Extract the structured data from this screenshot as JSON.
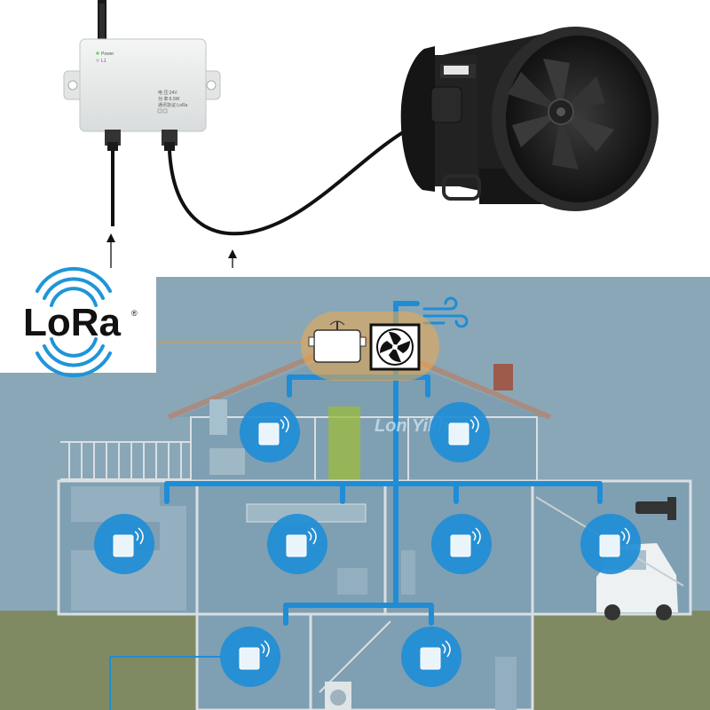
{
  "controller": {
    "led_labels": [
      "Power",
      "L1"
    ],
    "spec_lines": [
      "电 压:24V",
      "功 率:6.5W",
      "通讯协议:LoRa"
    ]
  },
  "logo": {
    "text": "LoRa",
    "registered": "®"
  },
  "watermark": {
    "text": "Lon Yikhan"
  },
  "colors": {
    "sky": "#8aa7b8",
    "ground": "#7f8a62",
    "house_line": "#d9dfe2",
    "duct": "#1f8dd6",
    "node": "#1f8dd6",
    "highlight": "#f2a94a",
    "fan_body": "#1c1c1c",
    "roof": "#a98c7e"
  },
  "icons": [
    "lora-signal-icon",
    "wifi-icon",
    "wind-icon",
    "fan-icon",
    "arrow-up-icon"
  ]
}
